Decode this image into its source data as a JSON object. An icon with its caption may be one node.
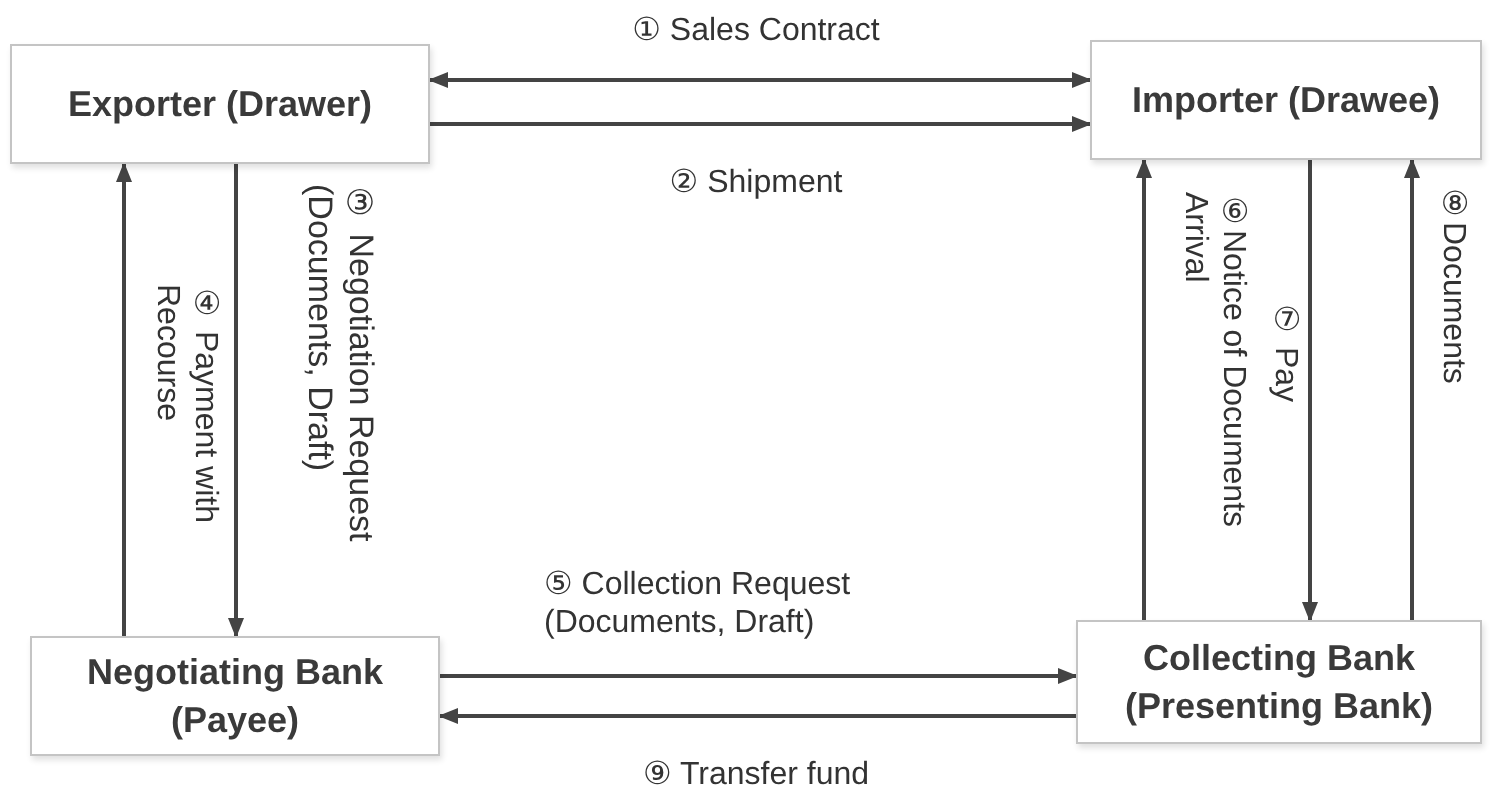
{
  "diagram": {
    "nodes": [
      {
        "text": [
          "Exporter (Drawer)"
        ]
      },
      {
        "text": [
          "Importer (Drawee)"
        ]
      },
      {
        "text": [
          "Negotiating Bank (Payee)"
        ]
      },
      {
        "text": [
          "Collecting Bank (Presenting Bank)"
        ]
      }
    ],
    "edges": [
      {
        "from": 0,
        "to": 1,
        "arrow": "both",
        "label": "① Sales Contract"
      },
      {
        "from": 0,
        "to": 1,
        "arrow": "to",
        "label": "② Shipment"
      },
      {
        "from": 0,
        "to": 2,
        "arrow": "to",
        "label": "③ Negotiation Request (Documents, Draft)"
      },
      {
        "from": 2,
        "to": 0,
        "arrow": "to",
        "label": "④ Payment with Recourse"
      },
      {
        "from": 2,
        "to": 3,
        "arrow": "to",
        "label": "⑤ Collection Request (Documents, Draft)"
      },
      {
        "from": 3,
        "to": 1,
        "arrow": "to",
        "label": "⑥Notice of Documents Arrival"
      },
      {
        "from": 1,
        "to": 3,
        "arrow": "to",
        "label": "⑦ Pay"
      },
      {
        "from": 3,
        "to": 1,
        "arrow": "to",
        "label": "⑧Documents"
      },
      {
        "from": 3,
        "to": 2,
        "arrow": "to",
        "label": "⑨ Transfer fund"
      }
    ]
  }
}
